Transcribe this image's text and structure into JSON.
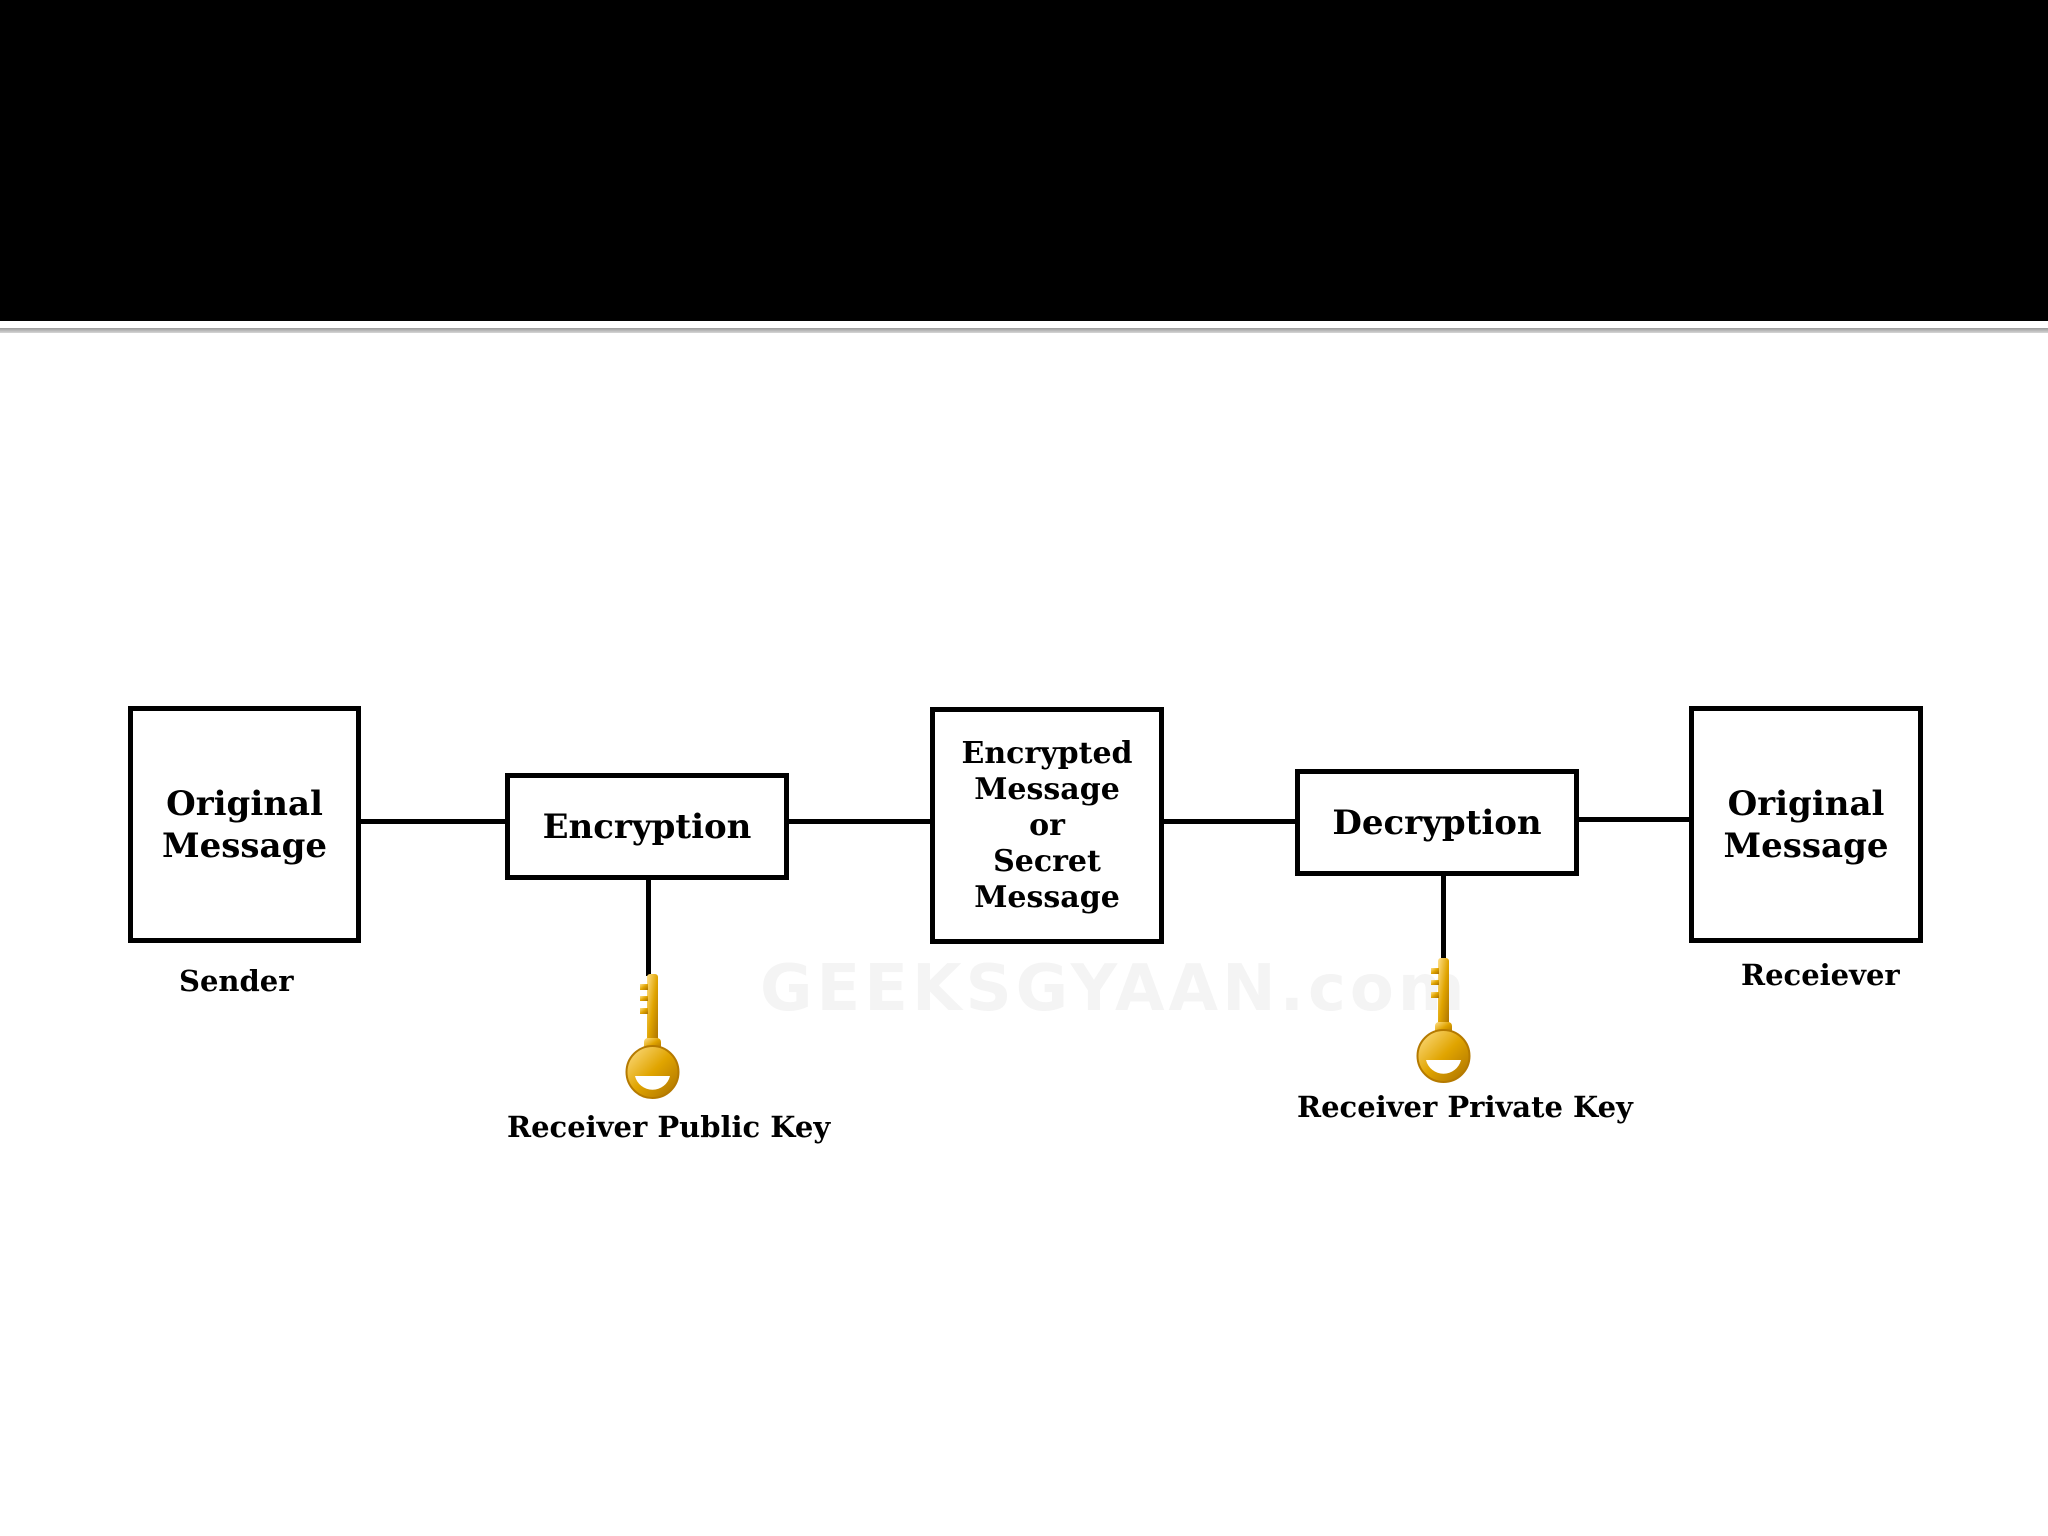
{
  "diagram": {
    "sender_box": {
      "line1": "Original",
      "line2": "Message"
    },
    "encryption_box": {
      "label": "Encryption"
    },
    "encrypted_box": {
      "line1": "Encrypted",
      "line2": "Message",
      "line3": "or",
      "line4": "Secret",
      "line5": "Message"
    },
    "decryption_box": {
      "label": "Decryption"
    },
    "receiver_box": {
      "line1": "Original",
      "line2": "Message"
    },
    "sender_caption": "Sender",
    "receiver_caption": "Receiever",
    "public_key_caption": "Receiver Public Key",
    "private_key_caption": "Receiver Private Key",
    "watermark": "GEEKSGYAAN.com"
  },
  "colors": {
    "title_bar": "#000000",
    "key_gold": "#e0a400"
  }
}
